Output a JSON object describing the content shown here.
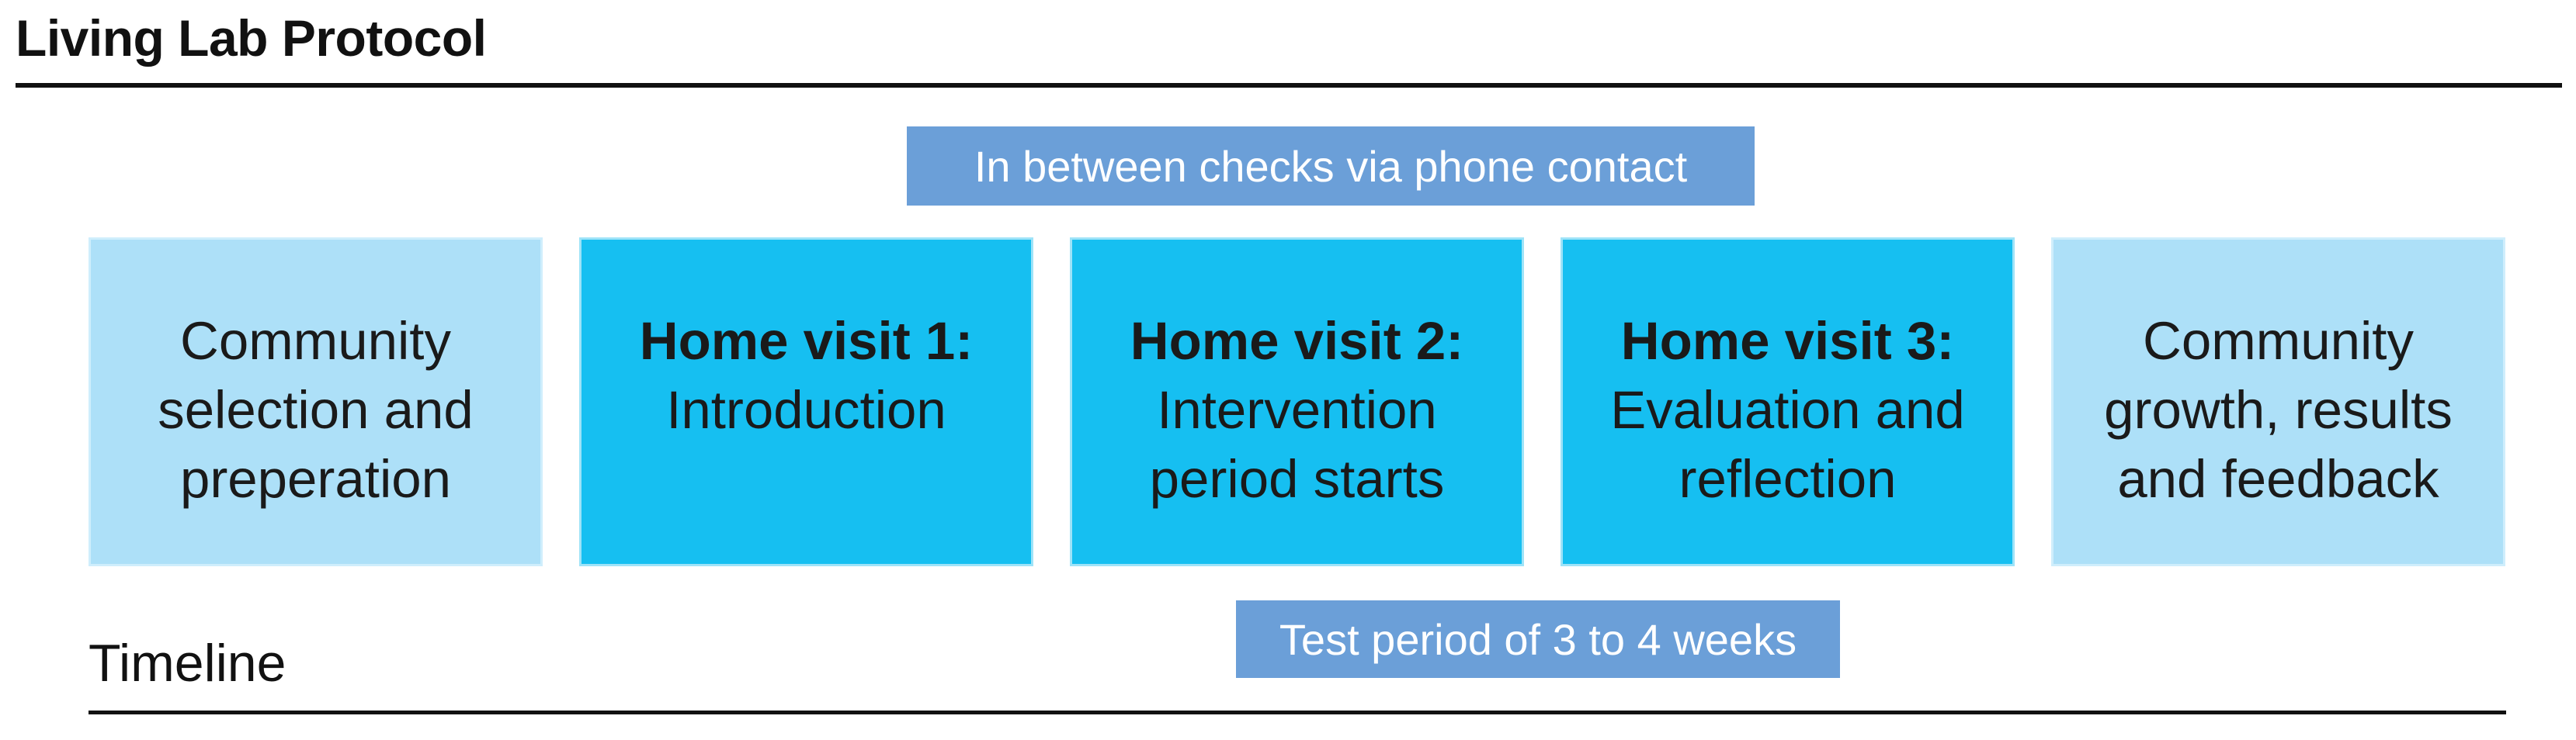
{
  "title": "Living Lab Protocol",
  "top_banner": "In between checks via phone contact",
  "steps": [
    {
      "head": "",
      "body": "Community\nselection and\npreperation",
      "tone": "light"
    },
    {
      "head": "Home visit 1:",
      "body": "Introduction",
      "tone": "bright"
    },
    {
      "head": "Home visit 2:",
      "body": "Intervention\nperiod starts",
      "tone": "bright"
    },
    {
      "head": "Home visit 3:",
      "body": "Evaluation and\nreflection",
      "tone": "bright"
    },
    {
      "head": "",
      "body": "Community\ngrowth, results\nand feedback",
      "tone": "light"
    }
  ],
  "bottom_banner": "Test period of 3 to 4 weeks",
  "timeline_label": "Timeline",
  "colors": {
    "light_box": "#ade0f8",
    "bright_box": "#16bff1",
    "banner": "#6b9fd8"
  }
}
